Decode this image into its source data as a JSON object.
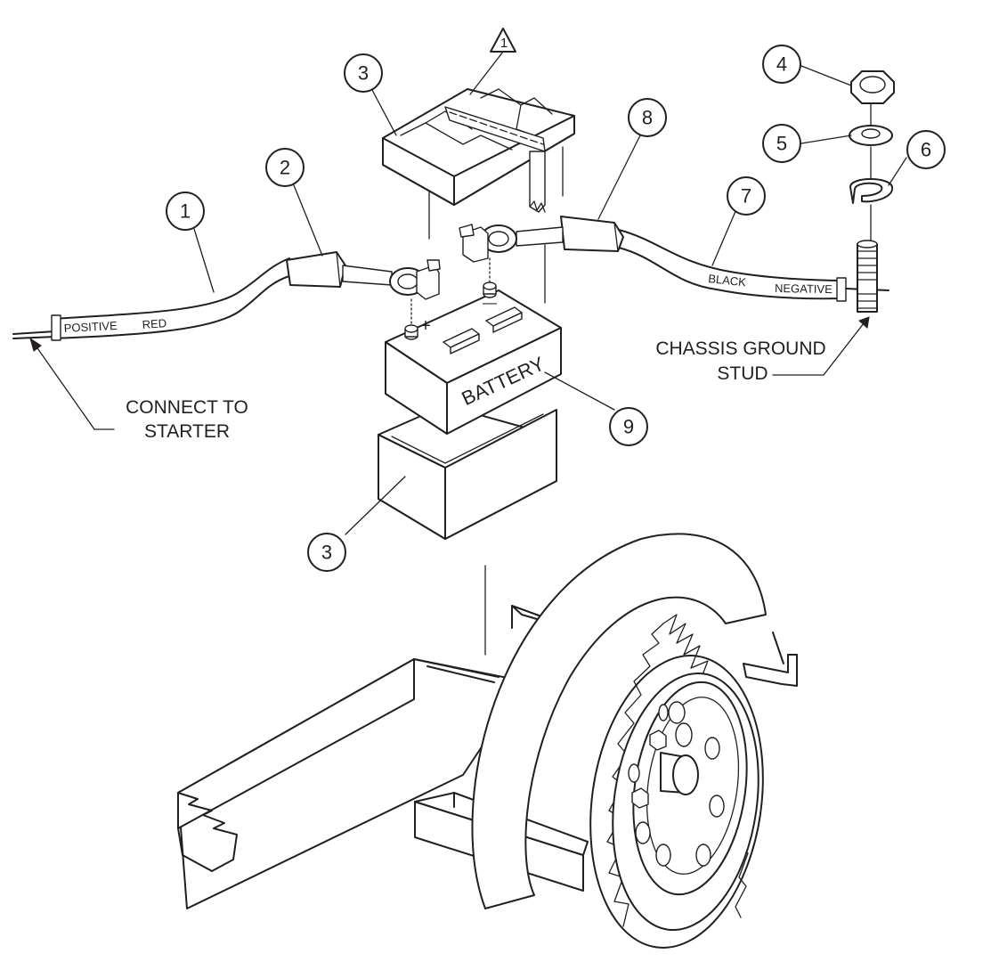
{
  "figure": {
    "labels": {
      "connect_line1": "CONNECT TO",
      "connect_line2": "STARTER",
      "ground_line1": "CHASSIS GROUND",
      "ground_line2": "STUD",
      "battery": "BATTERY",
      "positive": "POSITIVE",
      "red": "RED",
      "black": "BLACK",
      "negative": "NEGATIVE",
      "plus": "+",
      "minus": "—"
    },
    "callouts": {
      "c1": "1",
      "c2": "2",
      "c3_top": "3",
      "c3_bottom": "3",
      "c4": "4",
      "c5": "5",
      "c6": "6",
      "c7": "7",
      "c8": "8",
      "c9": "9",
      "note_flag": "1"
    }
  }
}
